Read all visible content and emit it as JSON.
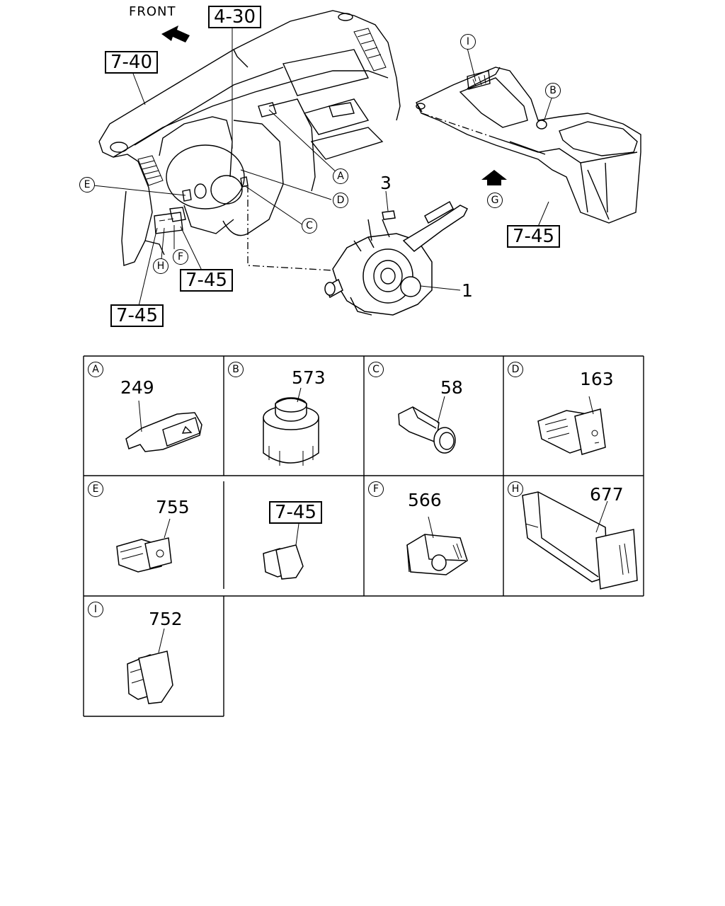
{
  "top": {
    "front_label": "FRONT",
    "refs": {
      "r740": "7-40",
      "r430": "4-30",
      "r745_console": "7-45",
      "r745_lower": "7-45",
      "r745_left": "7-45"
    },
    "callouts": {
      "A": "A",
      "B": "B",
      "C": "C",
      "D": "D",
      "E": "E",
      "F": "F",
      "G": "G",
      "H": "H",
      "I": "I"
    },
    "part_numbers": {
      "p1": "1",
      "p3": "3"
    }
  },
  "grid": [
    {
      "key": "A",
      "part": "249"
    },
    {
      "key": "B",
      "part": "573"
    },
    {
      "key": "C",
      "part": "58"
    },
    {
      "key": "D",
      "part": "163"
    },
    {
      "key": "E",
      "part": "755"
    },
    {
      "key": "",
      "ref": "7-45"
    },
    {
      "key": "F",
      "part": "566"
    },
    {
      "key": "H",
      "part": "677"
    },
    {
      "key": "I",
      "part": "752"
    }
  ],
  "icons": [
    "front-arrow-icon",
    "direction-arrow-icon"
  ]
}
